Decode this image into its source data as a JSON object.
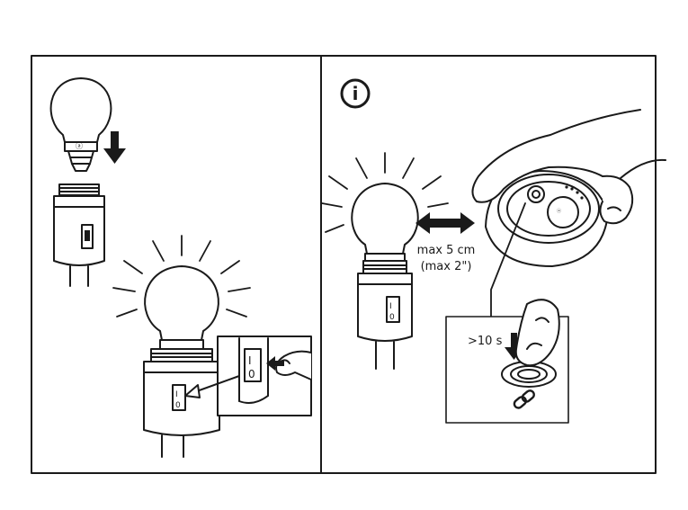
{
  "panel_right": {
    "info_symbol": "i",
    "distance_label": "max 5 cm",
    "distance_label_imperial": "(max 2\")",
    "hold_time": ">10 s",
    "link_icon": "link-icon"
  },
  "panel_left": {
    "switch_on": "I",
    "switch_off": "0"
  }
}
